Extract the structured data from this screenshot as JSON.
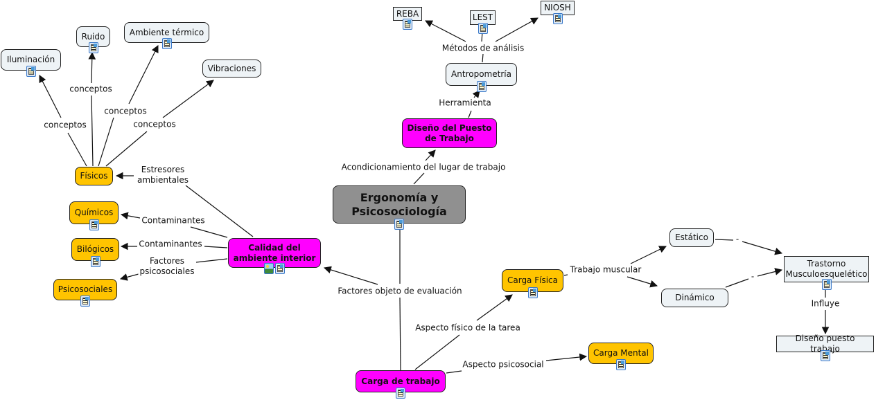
{
  "map_title": "Ergonomía y Psicosociología",
  "colors": {
    "root": "#909090",
    "category": "#ff00ff",
    "subcategory": "#ffc400",
    "concept": "#eef3f6",
    "line": "#111111"
  },
  "nodes": {
    "root": {
      "label": "Ergonomía y\nPsicosociología",
      "icons": [
        "document-icon"
      ]
    },
    "diseno_puesto": {
      "label": "Diseño del Puesto\nde Trabajo",
      "icons": []
    },
    "antropometria": {
      "label": "Antropometría",
      "icons": [
        "document-icon"
      ]
    },
    "reba": {
      "label": "REBA",
      "icons": [
        "document-icon"
      ]
    },
    "lest": {
      "label": "LEST",
      "icons": [
        "document-icon"
      ]
    },
    "niosh": {
      "label": "NIOSH",
      "icons": [
        "document-icon"
      ]
    },
    "calidad": {
      "label": "Calidad del\nambiente interior",
      "icons": [
        "image-icon",
        "document-icon"
      ]
    },
    "fisicos": {
      "label": "Físicos",
      "icons": []
    },
    "quimicos": {
      "label": "Químicos",
      "icons": [
        "document-icon"
      ]
    },
    "bilogicos": {
      "label": "Bilógicos",
      "icons": [
        "document-icon"
      ]
    },
    "psicosociales": {
      "label": "Psicosociales",
      "icons": [
        "document-icon"
      ]
    },
    "iluminacion": {
      "label": "Iluminación",
      "icons": [
        "document-icon"
      ]
    },
    "ruido": {
      "label": "Ruido",
      "icons": [
        "document-icon"
      ]
    },
    "ambiente_termico": {
      "label": "Ambiente térmico",
      "icons": [
        "document-icon"
      ]
    },
    "vibraciones": {
      "label": "Vibraciones",
      "icons": []
    },
    "carga_trabajo": {
      "label": "Carga de trabajo",
      "icons": [
        "document-icon"
      ]
    },
    "carga_fisica": {
      "label": "Carga Física",
      "icons": [
        "document-icon"
      ]
    },
    "carga_mental": {
      "label": "Carga Mental",
      "icons": [
        "document-icon"
      ]
    },
    "estatico": {
      "label": "Estático",
      "icons": []
    },
    "dinamico": {
      "label": "Dinámico",
      "icons": []
    },
    "trastorno": {
      "label": "Trastorno\nMusculoesquelético",
      "icons": [
        "document-icon"
      ]
    },
    "diseno_puesto_trabajo": {
      "label": "Diseño puesto trabajo",
      "icons": [
        "document-icon"
      ]
    }
  },
  "links": {
    "acondicionamiento": "Acondicionamiento del lugar de trabajo",
    "herramienta": "Herramienta",
    "metodos": "Métodos de análisis",
    "factores_objeto": "Factores objeto de evaluación",
    "estresores": "Estresores\nambientales",
    "contaminantes_1": "Contaminantes",
    "contaminantes_2": "Contaminantes",
    "factores_psico": "Factores\npsicosociales",
    "conceptos_1": "conceptos",
    "conceptos_2": "conceptos",
    "conceptos_3": "conceptos",
    "conceptos_4": "conceptos",
    "aspecto_fisico": "Aspecto físico de la tarea",
    "aspecto_psico": "Aspecto psicosocial",
    "trabajo_muscular": "Trabajo muscular",
    "dash_1": "-",
    "dash_2": "-",
    "influye": "Influye"
  }
}
